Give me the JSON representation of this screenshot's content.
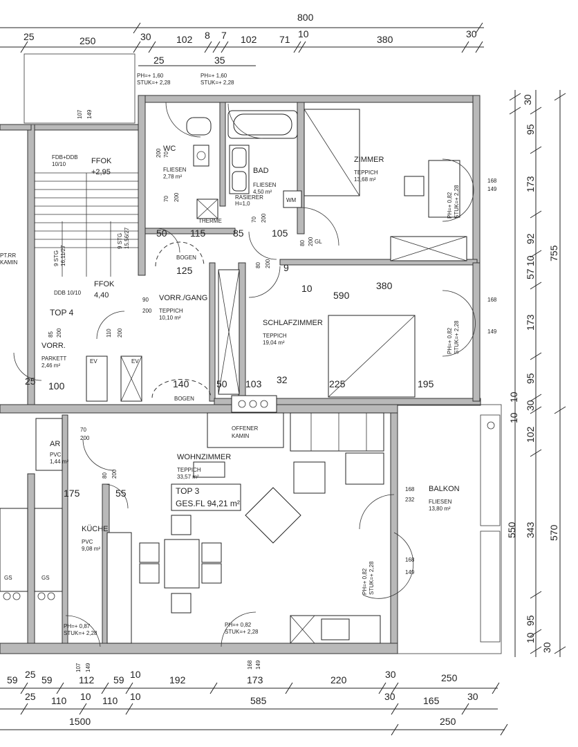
{
  "dimensions": {
    "top_overall": "800",
    "top_row": [
      "25",
      "250",
      "30",
      "102",
      "8",
      "7",
      "102",
      "71",
      "10",
      "380",
      "30"
    ],
    "top_sub": [
      "25",
      "35"
    ],
    "right_col": [
      "30",
      "95",
      "173",
      "92",
      "10",
      "57",
      "173",
      "95",
      "30",
      "10",
      "102",
      "10",
      "343",
      "95",
      "10",
      "30"
    ],
    "right_totals": [
      "755",
      "550",
      "570"
    ],
    "bottom_row1": [
      "59",
      "25",
      "59",
      "112",
      "59",
      "10",
      "192",
      "173",
      "220",
      "30",
      "250"
    ],
    "bottom_row2": [
      "25",
      "110",
      "10",
      "110",
      "10",
      "585",
      "30",
      "165",
      "30"
    ],
    "bottom_total": "1500",
    "bottom_last": "250",
    "inner": [
      "50",
      "115",
      "85",
      "105",
      "10",
      "590",
      "380",
      "125",
      "140",
      "50",
      "103",
      "32",
      "225",
      "195",
      "175",
      "55",
      "100",
      "25",
      "9"
    ]
  },
  "rooms": [
    {
      "name": "WC",
      "floor": "FLIESEN",
      "area": "2,78 m²"
    },
    {
      "name": "BAD",
      "floor": "FLIESEN",
      "area": "4,50 m²"
    },
    {
      "name": "ZIMMER",
      "floor": "TEPPICH",
      "area": "13,68 m²"
    },
    {
      "name": "VORR./GANG",
      "floor": "TEPPICH",
      "area": "10,10 m²"
    },
    {
      "name": "SCHLAFZIMMER",
      "floor": "TEPPICH",
      "area": "19,04 m²"
    },
    {
      "name": "WOHNZIMMER",
      "floor": "TEPPICH",
      "area": "33,57 m²"
    },
    {
      "name": "KÜCHE",
      "floor": "PVC",
      "area": "9,08 m²"
    },
    {
      "name": "BALKON",
      "floor": "FLIESEN",
      "area": "13,80 m²"
    },
    {
      "name": "VORR.",
      "floor": "PARKETT",
      "area": "2,46 m²"
    },
    {
      "name": "AR",
      "floor": "PVC",
      "area": "1,44 m²"
    }
  ],
  "labels": {
    "top3": "TOP 3",
    "gesfl": "GES.FL 94,21 m²",
    "top4": "TOP 4",
    "offener": "OFFENER",
    "kamin": "KAMIN",
    "bogen": "BOGEN",
    "therme": "THERME",
    "wm": "WM",
    "rasierer": "RASIERER",
    "rasierer_h": "H=1,0",
    "gl": "GL",
    "ffok": "FFOK",
    "ffok_val1": "+2,95",
    "ffok_val2": "4,40",
    "fdb": "FDB+DDB",
    "fdb_dim": "10/10",
    "ddb": "DDB 10/10",
    "stg1": "9 STG",
    "stg1b": "15,56/27",
    "stg2": "9 STG",
    "stg2b": "16,11/27",
    "ptrr": "PT.RR",
    "kamin2": "KAMIN",
    "gs": "GS",
    "ev": "EV",
    "ph_wc": "PH=+ 1,60",
    "stuk_wc": "STUK=+ 2,28",
    "ph_bad": "PH=+ 1,60",
    "stuk_bad": "STUK=+ 2,28",
    "ph_z": "PH=+ 0,82",
    "stuk_z": "STUK=+ 2,28",
    "ph_k": "PH=+ 0,87",
    "stuk_k": "STUK=+ 2,28",
    "ph_w": "PH=+ 0,82",
    "stuk_w": "STUK=+ 2,28",
    "w168": "168",
    "w149": "149",
    "w232": "232",
    "w107": "107",
    "d200": "200",
    "d70": "70",
    "d80": "80",
    "d90": "90",
    "d85": "85",
    "d110": "110",
    "d105": "105"
  }
}
